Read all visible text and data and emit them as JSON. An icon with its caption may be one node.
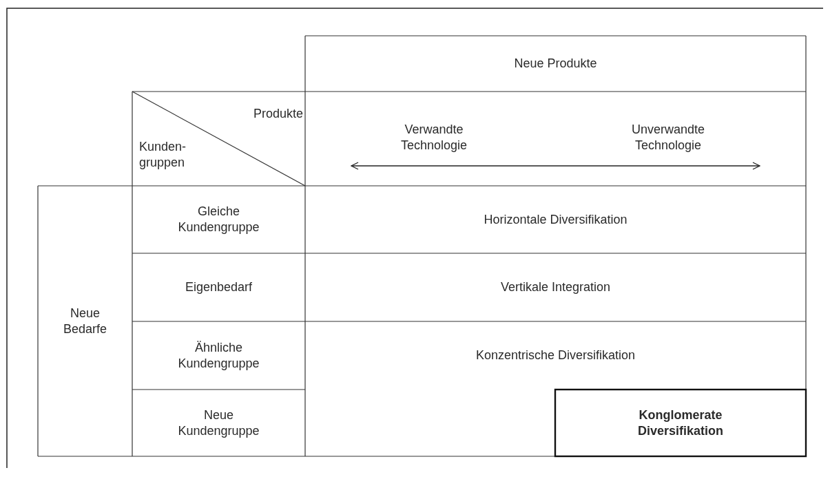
{
  "diagram": {
    "labels": [
      "Neue Produkte",
      "Produkte",
      "Kunden- gruppen",
      "Verwandte Technologie",
      "Unverwandte Technologie",
      "Gleiche Kundengruppe",
      "Horizontale Diversifikation",
      "Neue Bedarfe",
      "Eigenbedarf",
      "Vertikale Integration",
      "Ähnliche Kundengruppe",
      "Konzentrische Diversifikation",
      "Neue Kundengruppe",
      "Konglomerate Diversifikation"
    ]
  }
}
